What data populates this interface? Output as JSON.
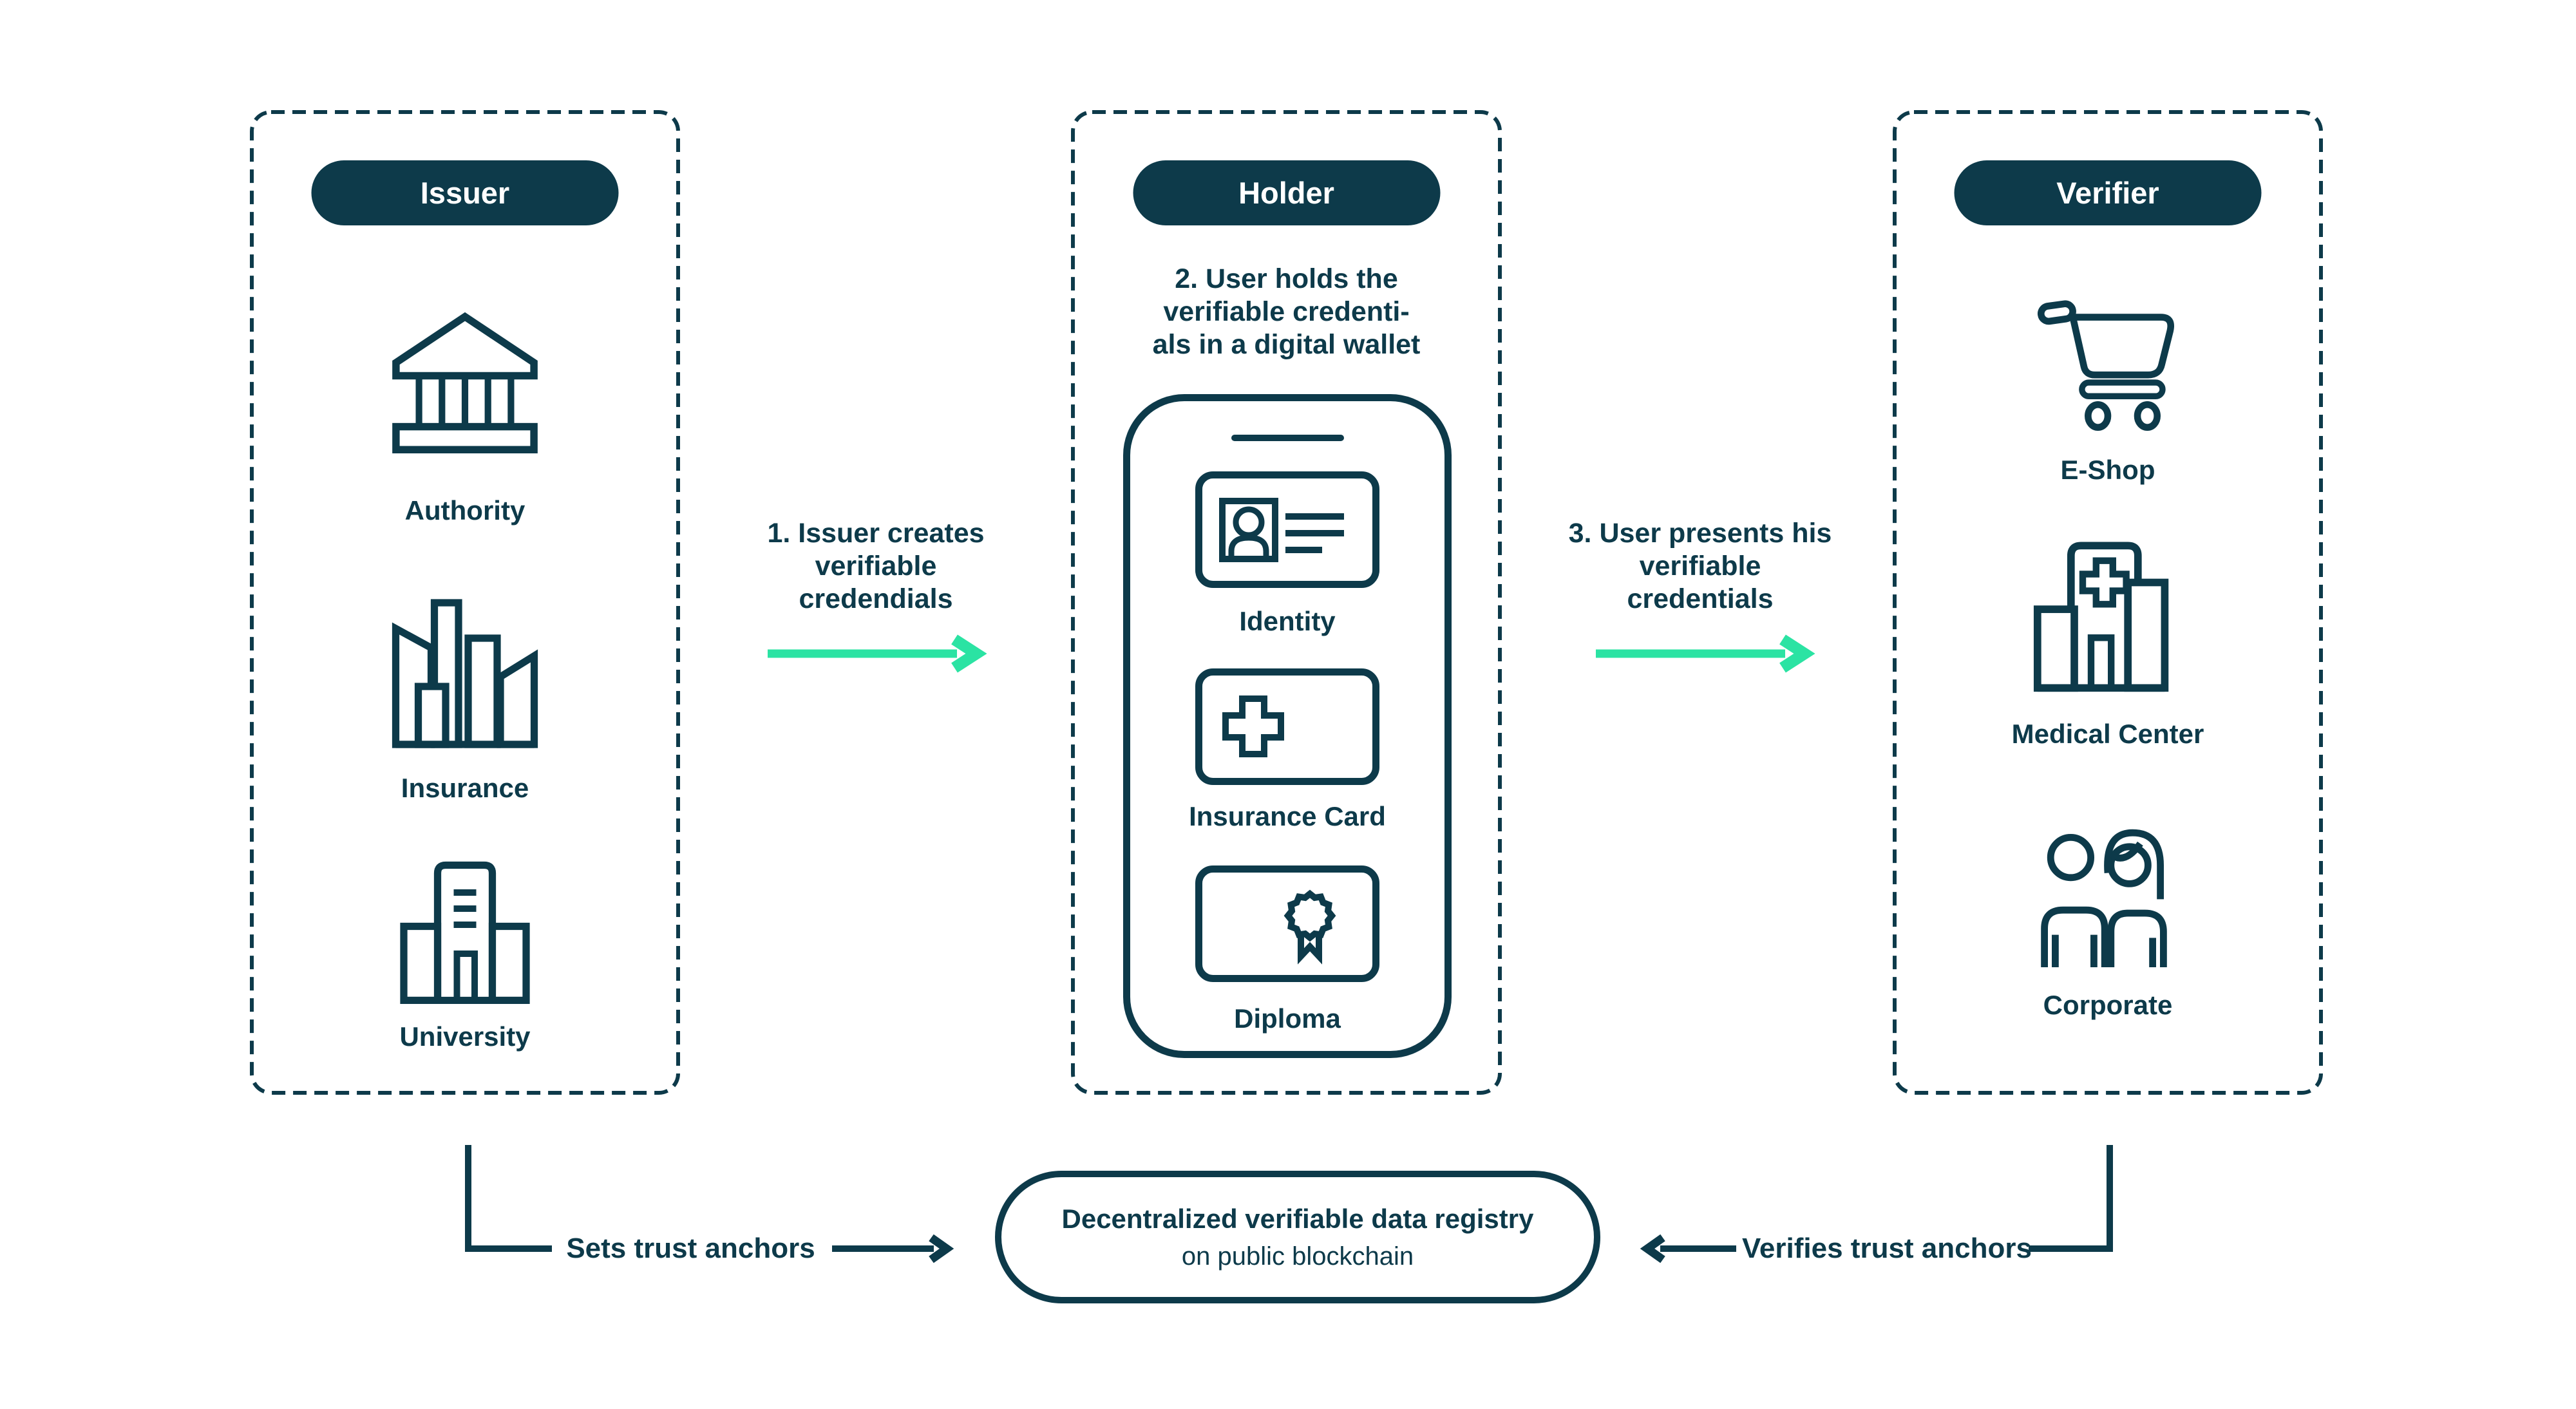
{
  "colors": {
    "navy": "#0d3a4a",
    "green": "#2be3a3",
    "background": "#ffffff",
    "pill_text": "#ffffff"
  },
  "issuer": {
    "title": "Issuer",
    "items": [
      {
        "icon": "bank-icon",
        "label": "Authority"
      },
      {
        "icon": "city-buildings-icon",
        "label": "Insurance"
      },
      {
        "icon": "university-building-icon",
        "label": "University"
      }
    ]
  },
  "holder": {
    "title": "Holder",
    "note_lines": [
      "2. User holds the",
      "verifiable credenti-",
      "als in a digital wallet"
    ],
    "wallet_cards": [
      {
        "icon": "id-card-icon",
        "label": "Identity"
      },
      {
        "icon": "medical-cross-card-icon",
        "label": "Insurance Card"
      },
      {
        "icon": "diploma-seal-card-icon",
        "label": "Diploma"
      }
    ]
  },
  "verifier": {
    "title": "Verifier",
    "items": [
      {
        "icon": "shopping-cart-icon",
        "label": "E-Shop"
      },
      {
        "icon": "hospital-icon",
        "label": "Medical Center"
      },
      {
        "icon": "two-people-icon",
        "label": "Corporate"
      }
    ]
  },
  "flow": {
    "step1_lines": [
      "1. Issuer creates",
      "verifiable",
      "credendials"
    ],
    "step3_lines": [
      "3. User presents his",
      "verifiable",
      "credentials"
    ]
  },
  "registry": {
    "line1": "Decentralized verifiable data registry",
    "line2": "on public blockchain"
  },
  "trust": {
    "left_label": "Sets trust anchors",
    "right_label": "Verifies trust anchors"
  }
}
